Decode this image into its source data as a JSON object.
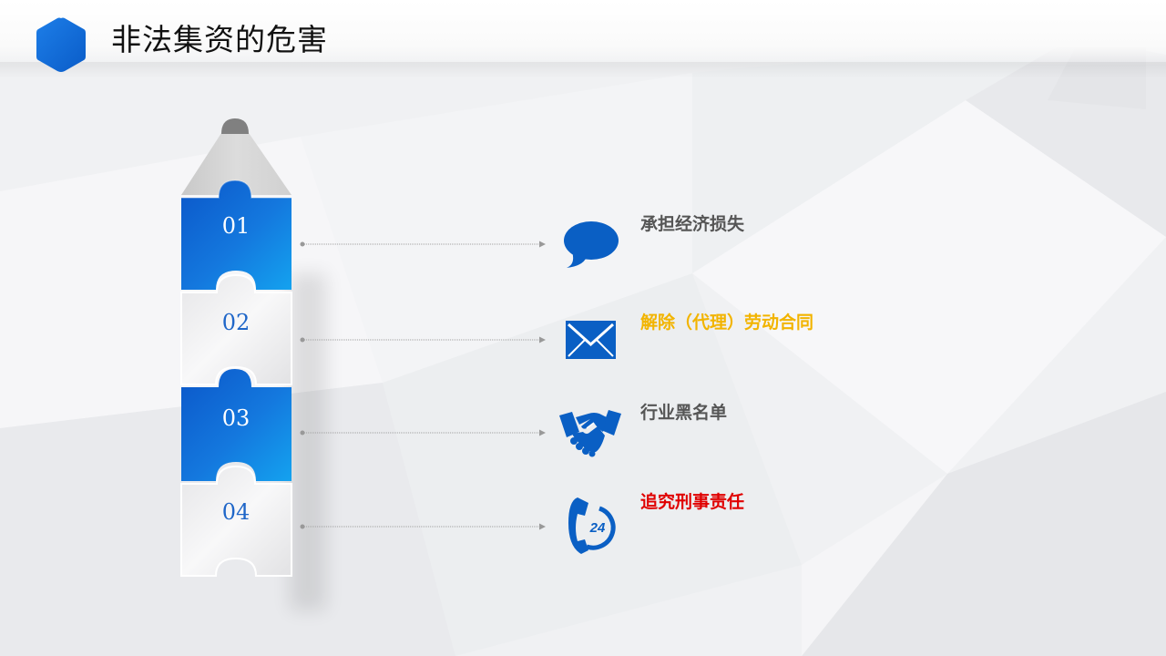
{
  "header": {
    "title": "非法集资的危害"
  },
  "steps": [
    {
      "number": "01",
      "label": "承担经济损失",
      "label_color": "#555555",
      "icon": "speech-bubble-icon",
      "tile_style": "blue"
    },
    {
      "number": "02",
      "label": "解除（代理）劳动合同",
      "label_color": "#f2b400",
      "icon": "envelope-icon",
      "tile_style": "white"
    },
    {
      "number": "03",
      "label": "行业黑名单",
      "label_color": "#555555",
      "icon": "handshake-icon",
      "tile_style": "blue"
    },
    {
      "number": "04",
      "label": "追究刑事责任",
      "label_color": "#e00000",
      "icon": "phone-24-icon",
      "tile_style": "white"
    }
  ],
  "icon_text": {
    "phone_24": "24"
  },
  "colors": {
    "accent_blue": "#0a67d6",
    "icon_blue": "#0a5fc4",
    "tile_white": "#f4f4f4",
    "pencil_gray": "#d4d4d4"
  }
}
